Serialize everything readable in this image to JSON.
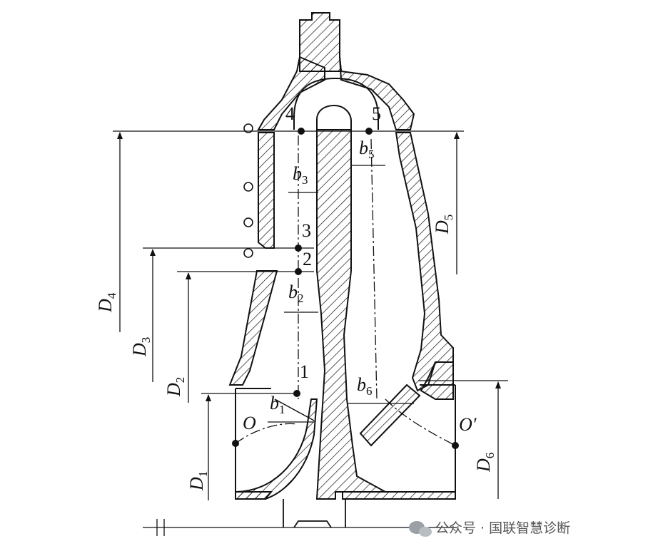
{
  "figure": {
    "points": [
      "1",
      "2",
      "3",
      "4",
      "5"
    ],
    "diameters": [
      {
        "letter": "D",
        "sub": "1"
      },
      {
        "letter": "D",
        "sub": "2"
      },
      {
        "letter": "D",
        "sub": "3"
      },
      {
        "letter": "D",
        "sub": "4"
      },
      {
        "letter": "D",
        "sub": "5"
      },
      {
        "letter": "D",
        "sub": "6"
      }
    ],
    "widths": [
      {
        "letter": "b",
        "sub": "1"
      },
      {
        "letter": "b",
        "sub": "2"
      },
      {
        "letter": "b",
        "sub": "3"
      },
      {
        "letter": "b",
        "sub": "5"
      },
      {
        "letter": "b",
        "sub": "6"
      }
    ],
    "centers": [
      "O",
      "O′"
    ]
  },
  "watermark": {
    "text": "公众号 · 国联智慧诊断"
  }
}
